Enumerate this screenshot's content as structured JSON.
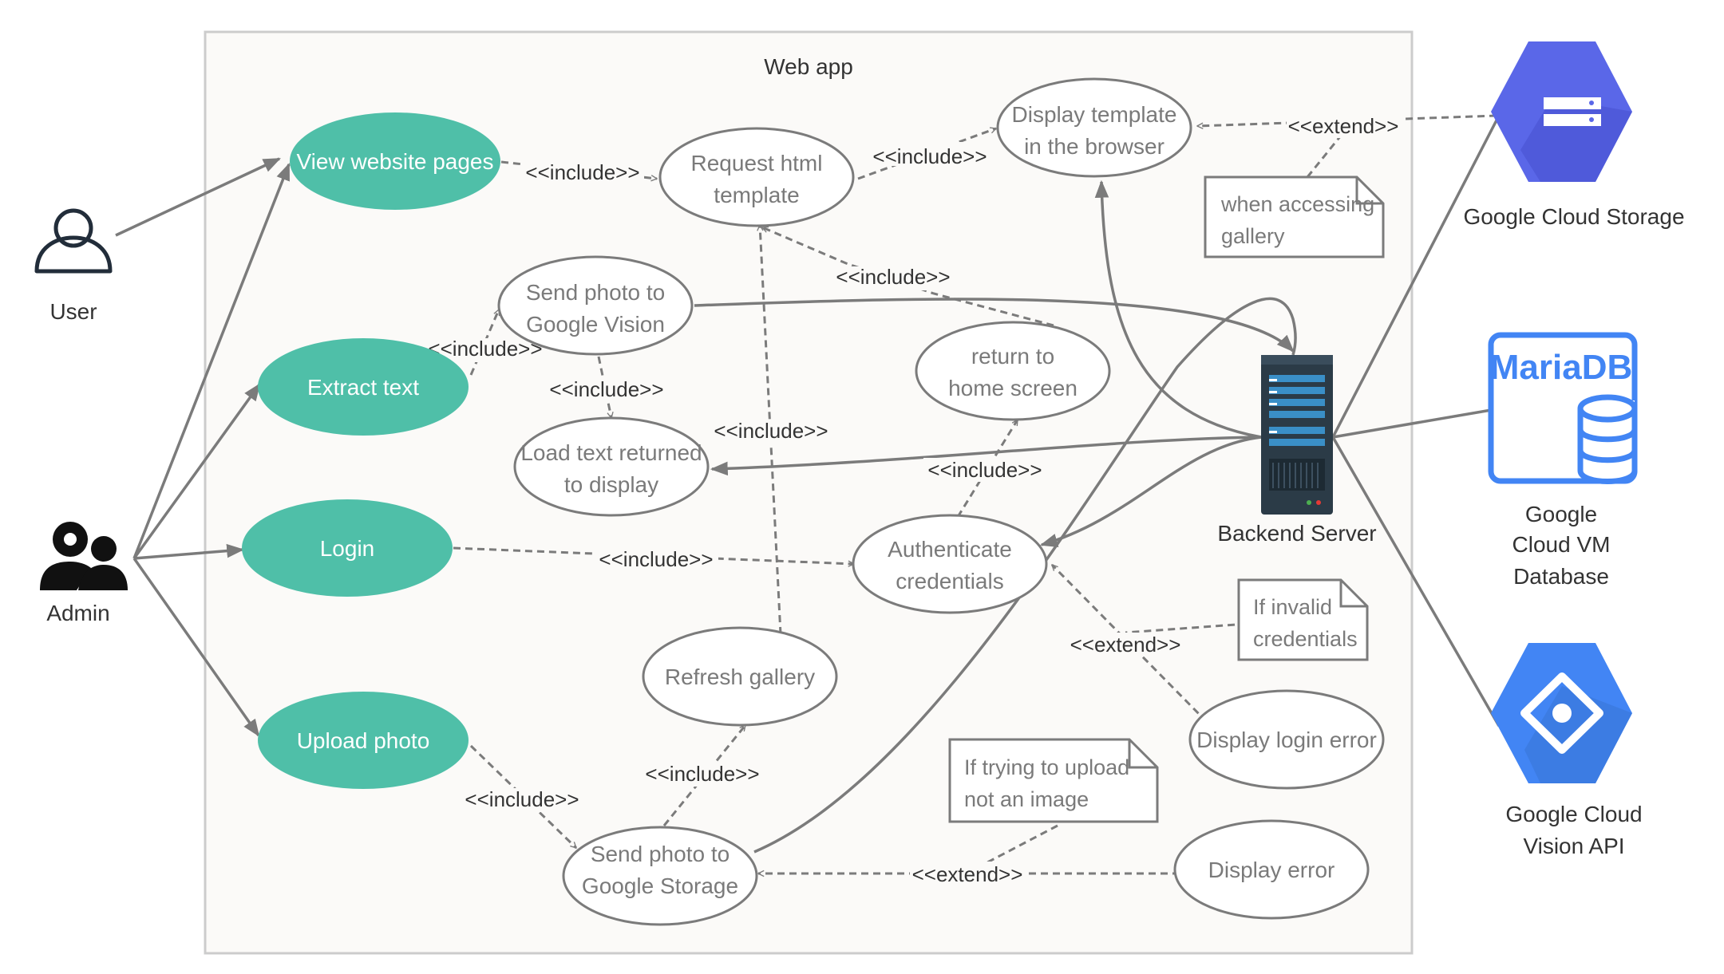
{
  "diagram": {
    "boundary": {
      "title": "Web app"
    },
    "actors": {
      "user": "User",
      "admin": "Admin"
    },
    "use_cases": {
      "view_website_pages": "View website pages",
      "extract_text": "Extract text",
      "login": "Login",
      "upload_photo": "Upload photo",
      "request_html_line1": "Request html",
      "request_html_line2": "template",
      "display_template_line1": "Display template",
      "display_template_line2": "in the browser",
      "send_vision_line1": "Send photo to",
      "send_vision_line2": "Google Vision",
      "return_home_line1": "return to",
      "return_home_line2": "home screen",
      "load_text_line1": "Load text returned",
      "load_text_line2": "to display",
      "authenticate_line1": "Authenticate",
      "authenticate_line2": "credentials",
      "refresh_gallery": "Refresh gallery",
      "display_login_error": "Display login error",
      "send_storage_line1": "Send photo to",
      "send_storage_line2": "Google Storage",
      "display_error": "Display error"
    },
    "relations": {
      "include": "<<include>>",
      "extend": "<<extend>>"
    },
    "notes": {
      "gallery_line1": "when accessing",
      "gallery_line2": "gallery",
      "invalid_line1": "If invalid",
      "invalid_line2": "credentials",
      "upload_line1": "If trying to upload",
      "upload_line2": "not an image"
    },
    "server": {
      "label": "Backend Server",
      "icon": "server-rack-icon"
    },
    "external_systems": {
      "storage": {
        "label": "Google Cloud Storage",
        "icon": "cloud-storage-icon"
      },
      "mariadb": {
        "logo_text": "MariaDB",
        "line1": "Google",
        "line2": "Cloud VM",
        "line3": "Database",
        "icon": "database-cylinder-icon"
      },
      "vision": {
        "line1": "Google Cloud",
        "line2": "Vision API",
        "icon": "vision-eye-icon"
      }
    },
    "colors": {
      "use_case_fill": "#4fbfa8",
      "line": "#7b7b7b",
      "boundary": "#cccccc",
      "storage_hex": "#5a67e8",
      "vision_hex": "#4285f4",
      "mariadb_blue": "#4285f4",
      "server_dark": "#2b3b47"
    }
  }
}
